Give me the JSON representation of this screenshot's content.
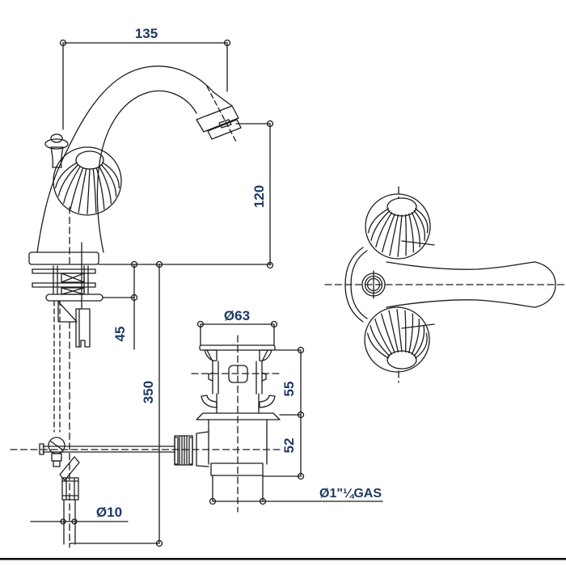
{
  "drawing": {
    "kind": "basin faucet technical dimension drawing",
    "views": {
      "side": "faucet side elevation with supply pipe and pop-up rod",
      "top": "faucet plan view with two ball handles and lever spout",
      "drain": "pop-up waste drain section"
    },
    "dims": {
      "spout_reach": "135",
      "outlet_height": "120",
      "clamp_height": "45",
      "supply_length": "350",
      "supply_dia": "Ø10",
      "waste_flange_dia": "Ø63",
      "waste_upper_h": "55",
      "waste_lower_h": "52",
      "waste_thread": "Ø1\"¼GAS"
    },
    "colors": {
      "line": "#1c1c1c",
      "dim_text": "#1f3864",
      "page_rule": "#101010"
    }
  }
}
